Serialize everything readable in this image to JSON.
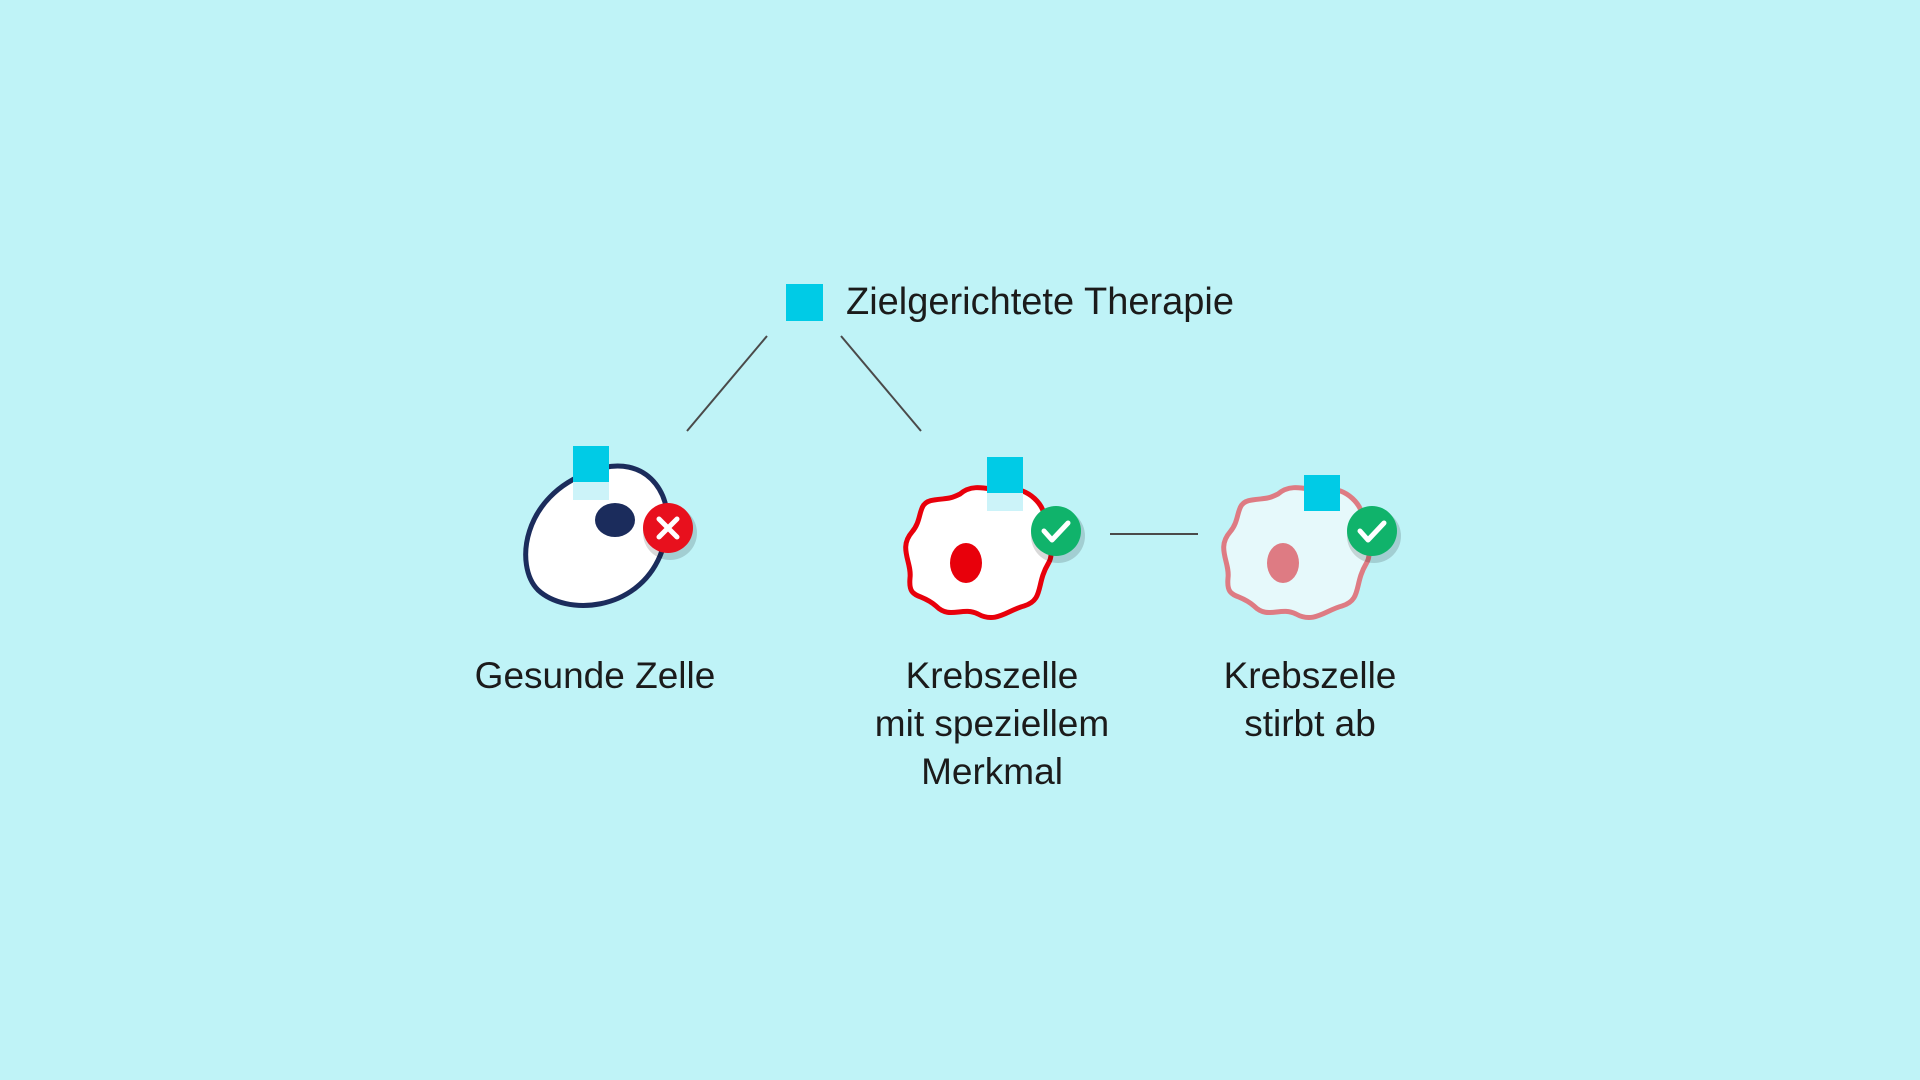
{
  "legend": {
    "label": "Zielgerichtete Therapie",
    "color": "#00cbe6",
    "icon": "square-icon"
  },
  "colors": {
    "background": "#bff3f7",
    "healthy_cell_outline": "#1b2c5c",
    "cancer_cell_outline": "#e8000b",
    "dying_cell_outline": "#de7b83",
    "reject": "#e8101d",
    "accept": "#10b36b"
  },
  "cells": [
    {
      "id": "healthy",
      "label_lines": [
        "Gesunde Zelle"
      ],
      "status_icon": "cross-icon"
    },
    {
      "id": "cancer",
      "label_lines": [
        "Krebszelle",
        "mit speziellem",
        "Merkmal"
      ],
      "status_icon": "check-icon"
    },
    {
      "id": "dying",
      "label_lines": [
        "Krebszelle",
        "stirbt ab"
      ],
      "status_icon": "check-icon"
    }
  ]
}
